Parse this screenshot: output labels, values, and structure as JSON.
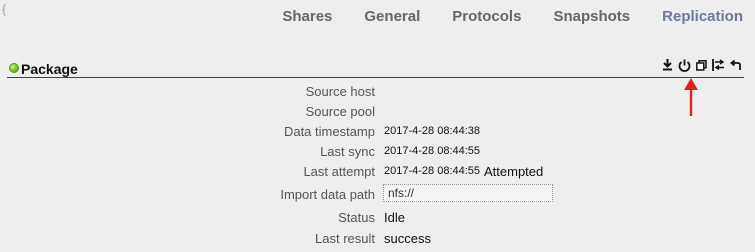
{
  "corner_mark": "{",
  "tabs": [
    {
      "label": "Shares",
      "active": false
    },
    {
      "label": "General",
      "active": false
    },
    {
      "label": "Protocols",
      "active": false
    },
    {
      "label": "Snapshots",
      "active": false
    },
    {
      "label": "Replication",
      "active": true
    }
  ],
  "package": {
    "title": "Package",
    "status_color": "#6fbf1f",
    "icons": [
      "download-icon",
      "power-icon",
      "copy-icon",
      "transfer-icon",
      "reply-icon"
    ]
  },
  "annotation": {
    "color": "#e0201c"
  },
  "fields": {
    "source_host": {
      "label": "Source host",
      "value": ""
    },
    "source_pool": {
      "label": "Source pool",
      "value": ""
    },
    "data_timestamp": {
      "label": "Data timestamp",
      "value": "2017-4-28 08:44:38"
    },
    "last_sync": {
      "label": "Last sync",
      "value": "2017-4-28 08:44:55"
    },
    "last_attempt": {
      "label": "Last attempt",
      "value": "2017-4-28 08:44:55",
      "extra": "Attempted"
    },
    "import_data_path": {
      "label": "Import data path",
      "value": "nfs://"
    },
    "status": {
      "label": "Status",
      "value": "Idle"
    },
    "last_result": {
      "label": "Last result",
      "value": "success"
    }
  }
}
